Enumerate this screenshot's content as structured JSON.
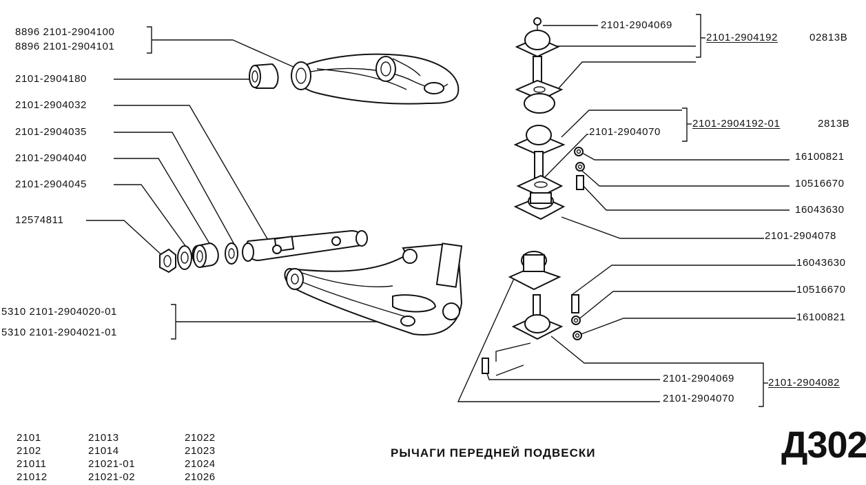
{
  "labels": {
    "upper_arm_1": "8896 2101-2904100",
    "upper_arm_2": "8896 2101-2904101",
    "bushing_upper": "2101-2904180",
    "axle_upper": "2101-2904032",
    "washer_1": "2101-2904035",
    "bushing_lower": "2101-2904040",
    "washer_2": "2101-2904045",
    "nut_lower": "12574811",
    "lower_arm_1": "5310 2101-2904020-01",
    "lower_arm_2": "5310 2101-2904021-01",
    "boot_upper": "2101-2904069",
    "joint_upper": "2101-2904192",
    "joint_upper_code": "02813В",
    "joint_upper_alt": "2101-2904192-01",
    "joint_upper_alt_code": "2813В",
    "pin_upper": "2101-2904070",
    "nut_r1": "16100821",
    "washer_r1": "10516670",
    "bolt_r1": "16043630",
    "buffer": "2101-2904078",
    "bolt_r2": "16043630",
    "washer_r2": "10516670",
    "nut_r2": "16100821",
    "boot_lower": "2101-2904069",
    "pin_lower": "2101-2904070",
    "joint_lower": "2101-2904082"
  },
  "models": {
    "col1": [
      "2101",
      "2102",
      "21011",
      "21012"
    ],
    "col2": [
      "21013",
      "21014",
      "21021-01",
      "21021-02"
    ],
    "col3": [
      "21022",
      "21023",
      "21024",
      "21026"
    ]
  },
  "title": "РЫЧАГИ ПЕРЕДНЕЙ ПОДВЕСКИ",
  "sheet_code": "Д302"
}
